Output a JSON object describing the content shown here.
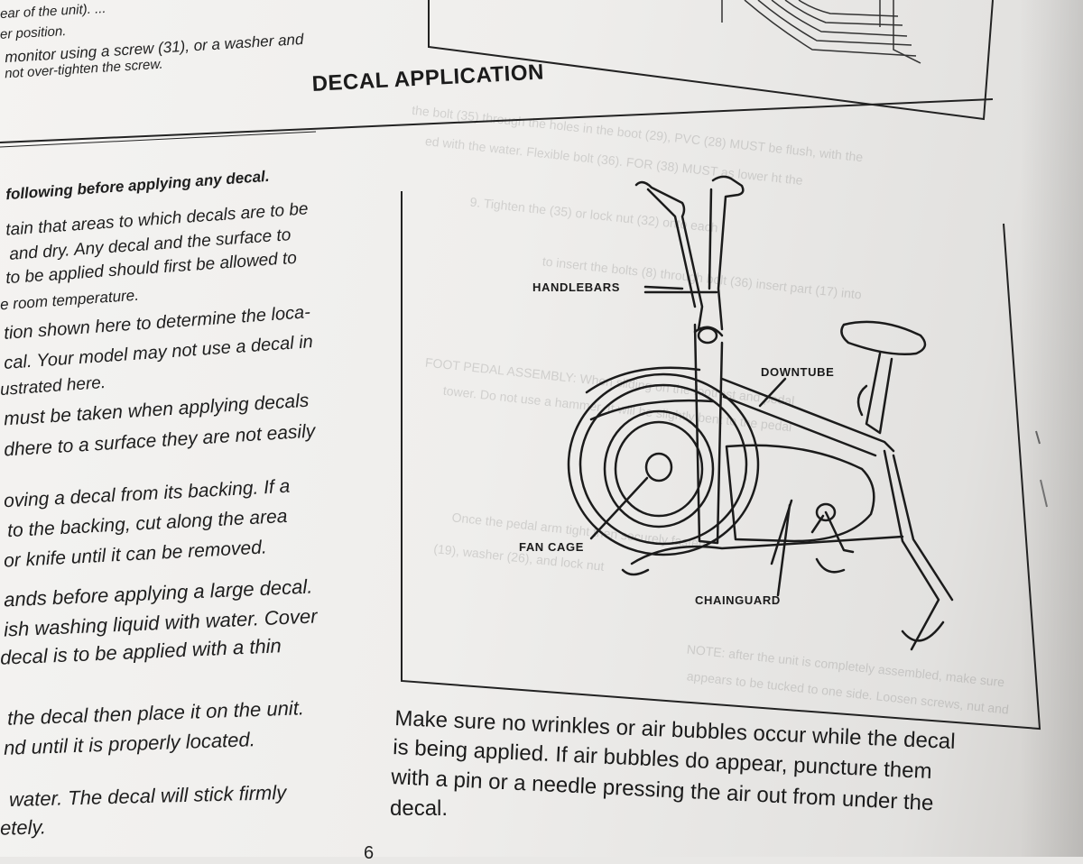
{
  "top_fragment": {
    "lines": [
      "ear of the unit). ...",
      "er position.",
      "monitor using a screw (31), or a washer and",
      "not over-tighten the screw."
    ]
  },
  "section": {
    "title": "DECAL APPLICATION"
  },
  "left_column": {
    "lines": [
      "following before applying any decal.",
      "tain that areas to which decals are to be",
      "and dry. Any decal and the surface to",
      "to be applied should first be allowed to",
      "e room temperature.",
      "tion shown here to determine the loca-",
      "cal. Your model may not use a decal in",
      "ustrated here.",
      "must be taken when applying decals",
      "dhere to a surface they are not easily",
      "oving a decal from its backing. If a",
      "to the backing, cut along the area",
      "or knife until it can be removed.",
      "ands before applying a large decal.",
      "ish washing liquid with water. Cover",
      "decal is to be applied with a thin",
      "the decal then place it on the unit.",
      "nd until it is properly located.",
      "water. The decal will stick firmly",
      "etely."
    ]
  },
  "figure": {
    "labels": {
      "handlebars": "HANDLEBARS",
      "downtube": "DOWNTUBE",
      "fan_cage": "FAN CAGE",
      "chainguard": "CHAINGUARD"
    }
  },
  "caption": {
    "lines": [
      "Make sure no wrinkles or air bubbles occur while the decal",
      "is being applied. If air bubbles do appear, puncture them",
      "with a pin or a needle pressing the air out from under the",
      "decal."
    ]
  },
  "page_number": "6"
}
